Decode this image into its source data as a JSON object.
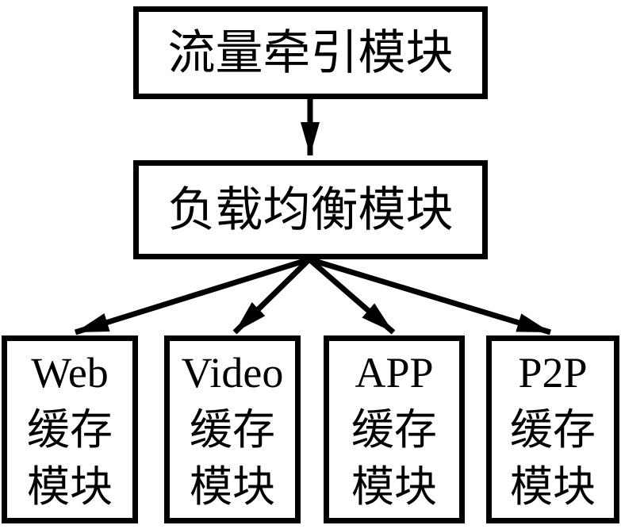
{
  "diagram": {
    "background_color": "#ffffff",
    "line_color": "#000000",
    "nodes": {
      "traffic": {
        "label": "流量牵引模块"
      },
      "load_balancer": {
        "label": "负载均衡模块"
      },
      "web_cache": {
        "lines": [
          "Web",
          "缓存",
          "模块"
        ]
      },
      "video_cache": {
        "lines": [
          "Video",
          "缓存",
          "模块"
        ]
      },
      "app_cache": {
        "lines": [
          "APP",
          "缓存",
          "模块"
        ]
      },
      "p2p_cache": {
        "lines": [
          "P2P",
          "缓存",
          "模块"
        ]
      }
    },
    "edges": [
      {
        "from": "traffic",
        "to": "load_balancer"
      },
      {
        "from": "load_balancer",
        "to": "web_cache"
      },
      {
        "from": "load_balancer",
        "to": "video_cache"
      },
      {
        "from": "load_balancer",
        "to": "app_cache"
      },
      {
        "from": "load_balancer",
        "to": "p2p_cache"
      }
    ]
  }
}
